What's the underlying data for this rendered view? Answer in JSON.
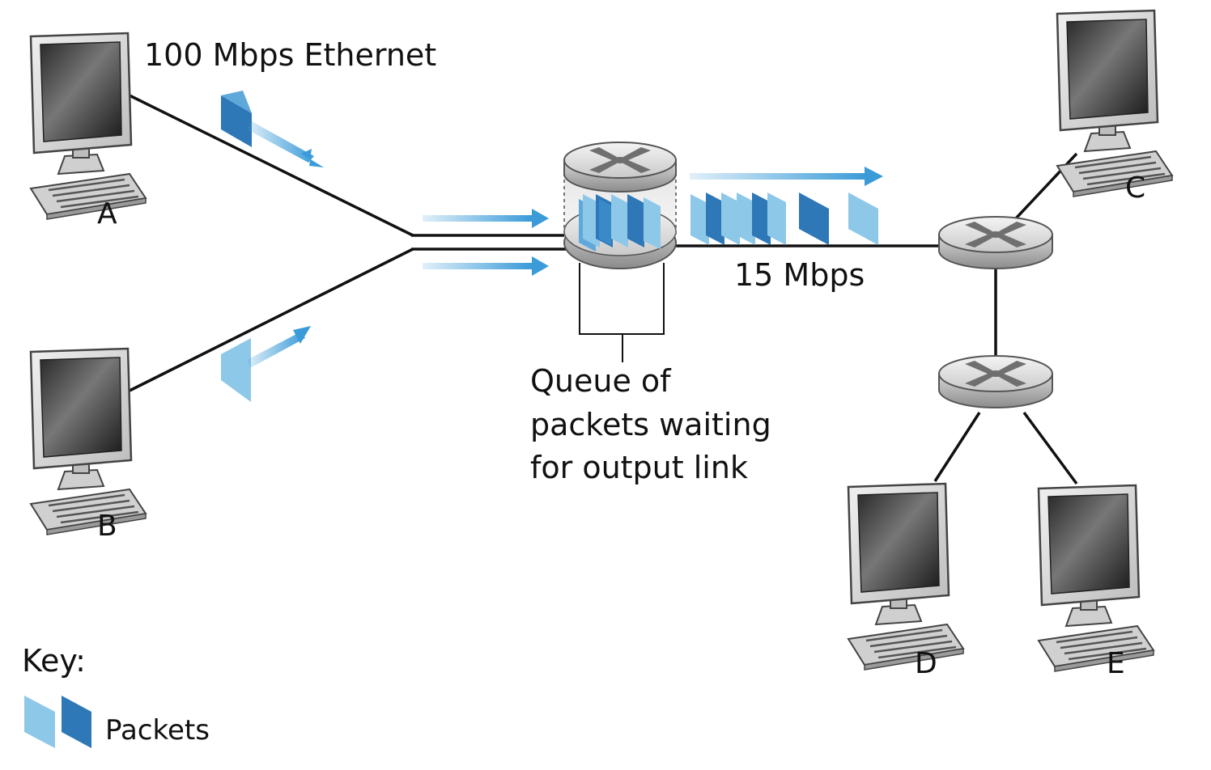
{
  "labels": {
    "link_ethernet": "100 Mbps Ethernet",
    "link_output": "15 Mbps",
    "queue_line1": "Queue of",
    "queue_line2": "packets waiting",
    "queue_line3": "for output link"
  },
  "hosts": {
    "a": "A",
    "b": "B",
    "c": "C",
    "d": "D",
    "e": "E"
  },
  "key": {
    "title": "Key:",
    "packets_label": "Packets"
  },
  "colors": {
    "packet_light": "#8ec8e8",
    "packet_dark": "#2e78b8",
    "arrow": "#3a9bd8",
    "line": "#111111"
  }
}
